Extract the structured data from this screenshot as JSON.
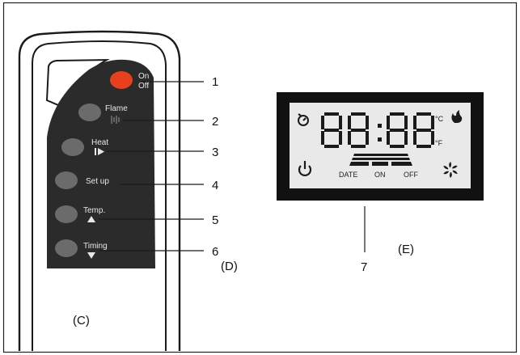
{
  "remote": {
    "buttons": [
      {
        "label": "On",
        "sub": "Off",
        "callout": "1"
      },
      {
        "label": "Flame",
        "callout": "2"
      },
      {
        "label": "Heat",
        "callout": "3"
      },
      {
        "label": "Set up",
        "callout": "4"
      },
      {
        "label": "Temp.",
        "callout": "5"
      },
      {
        "label": "Timing",
        "callout": "6"
      }
    ],
    "caption_remote": "(C)",
    "caption_panel": "(D)"
  },
  "display": {
    "digits": "88:88",
    "unit_c": "°C",
    "unit_f": "°F",
    "labels": [
      "DATE",
      "ON",
      "OFF"
    ],
    "callout": "7",
    "caption": "(E)"
  },
  "colors": {
    "on_button": "#e8401c",
    "panel": "#2b2b2b",
    "button": "#6b6b6b",
    "lcd_bezel": "#111111",
    "lcd_screen": "#e9e9e9"
  },
  "icons": {
    "timer": "timer-icon",
    "flame": "flame-icon",
    "power": "power-icon",
    "fan": "fan-icon",
    "heat_arrow": "heat-arrow-icon",
    "up": "triangle-up-icon",
    "down": "triangle-down-icon"
  }
}
